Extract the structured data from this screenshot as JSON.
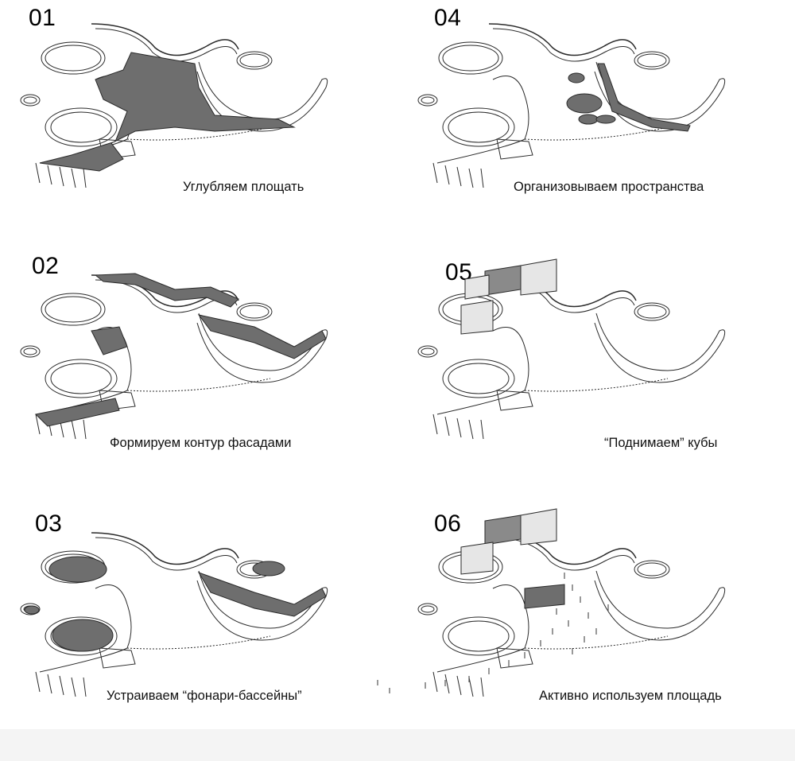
{
  "steps": [
    {
      "number": "01",
      "caption": "Углубляем площать"
    },
    {
      "number": "02",
      "caption": "Формируем контур фасадами"
    },
    {
      "number": "03",
      "caption": "Устраиваем “фонари-бассейны”"
    },
    {
      "number": "04",
      "caption": "Организовываем пространства"
    },
    {
      "number": "05",
      "caption": "“Поднимаем” кубы"
    },
    {
      "number": "06",
      "caption": "Активно используем площадь"
    }
  ],
  "colors": {
    "fill_dark": "#6e6e6e",
    "line": "#2a2a2a",
    "cube_top": "#e6e6e6",
    "cube_side": "#8a8a8a"
  }
}
